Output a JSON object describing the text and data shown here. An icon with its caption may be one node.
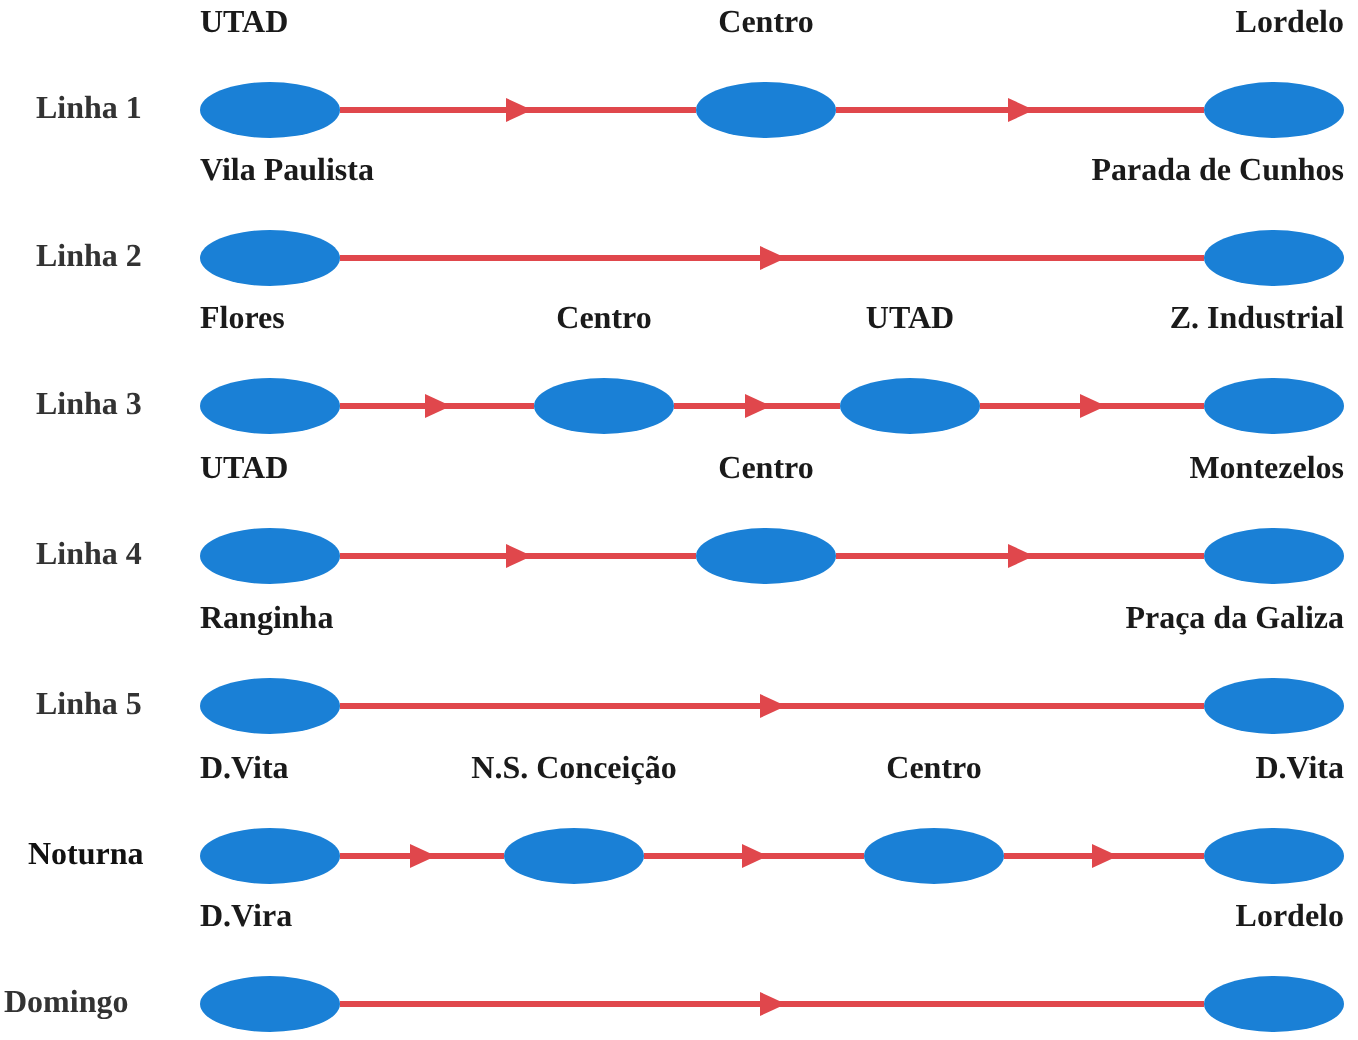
{
  "diagram": {
    "nodes": [
      {
        "text": [
          "UTAD"
        ]
      },
      {
        "text": [
          "Centro"
        ]
      },
      {
        "text": [
          "Lordelo"
        ]
      },
      {
        "text": [
          "Vila Paulista"
        ]
      },
      {
        "text": [
          "Parada de Cunhos"
        ]
      },
      {
        "text": [
          "Flores"
        ]
      },
      {
        "text": [
          "Centro"
        ]
      },
      {
        "text": [
          "UTAD"
        ]
      },
      {
        "text": [
          "Z. Industrial"
        ]
      },
      {
        "text": [
          "UTAD"
        ]
      },
      {
        "text": [
          "Centro"
        ]
      },
      {
        "text": [
          "Montezelos"
        ]
      },
      {
        "text": [
          "Ranginha"
        ]
      },
      {
        "text": [
          "Praça da Galiza"
        ]
      },
      {
        "text": [
          "D.Vita"
        ]
      },
      {
        "text": [
          "N.S. Conceição"
        ]
      },
      {
        "text": [
          "Centro"
        ]
      },
      {
        "text": [
          "D.Vita"
        ]
      },
      {
        "text": [
          "D.Vira"
        ]
      },
      {
        "text": [
          "Lordelo"
        ]
      }
    ],
    "edges": [
      {
        "from": 0,
        "to": 1,
        "arrow": "to"
      },
      {
        "from": 1,
        "to": 2,
        "arrow": "to"
      },
      {
        "from": 3,
        "to": 4,
        "arrow": "to"
      },
      {
        "from": 5,
        "to": 6,
        "arrow": "to"
      },
      {
        "from": 6,
        "to": 7,
        "arrow": "to"
      },
      {
        "from": 7,
        "to": 8,
        "arrow": "to"
      },
      {
        "from": 9,
        "to": 10,
        "arrow": "to"
      },
      {
        "from": 10,
        "to": 11,
        "arrow": "to"
      },
      {
        "from": 12,
        "to": 13,
        "arrow": "to"
      },
      {
        "from": 14,
        "to": 15,
        "arrow": "to"
      },
      {
        "from": 15,
        "to": 16,
        "arrow": "to"
      },
      {
        "from": 16,
        "to": 17,
        "arrow": "to"
      },
      {
        "from": 18,
        "to": 19,
        "arrow": "to"
      }
    ],
    "labels": [
      "Linha 1",
      "Linha 2",
      "Linha 3",
      "Linha 4",
      "Linha 5",
      "Noturna",
      "Domingo"
    ]
  }
}
